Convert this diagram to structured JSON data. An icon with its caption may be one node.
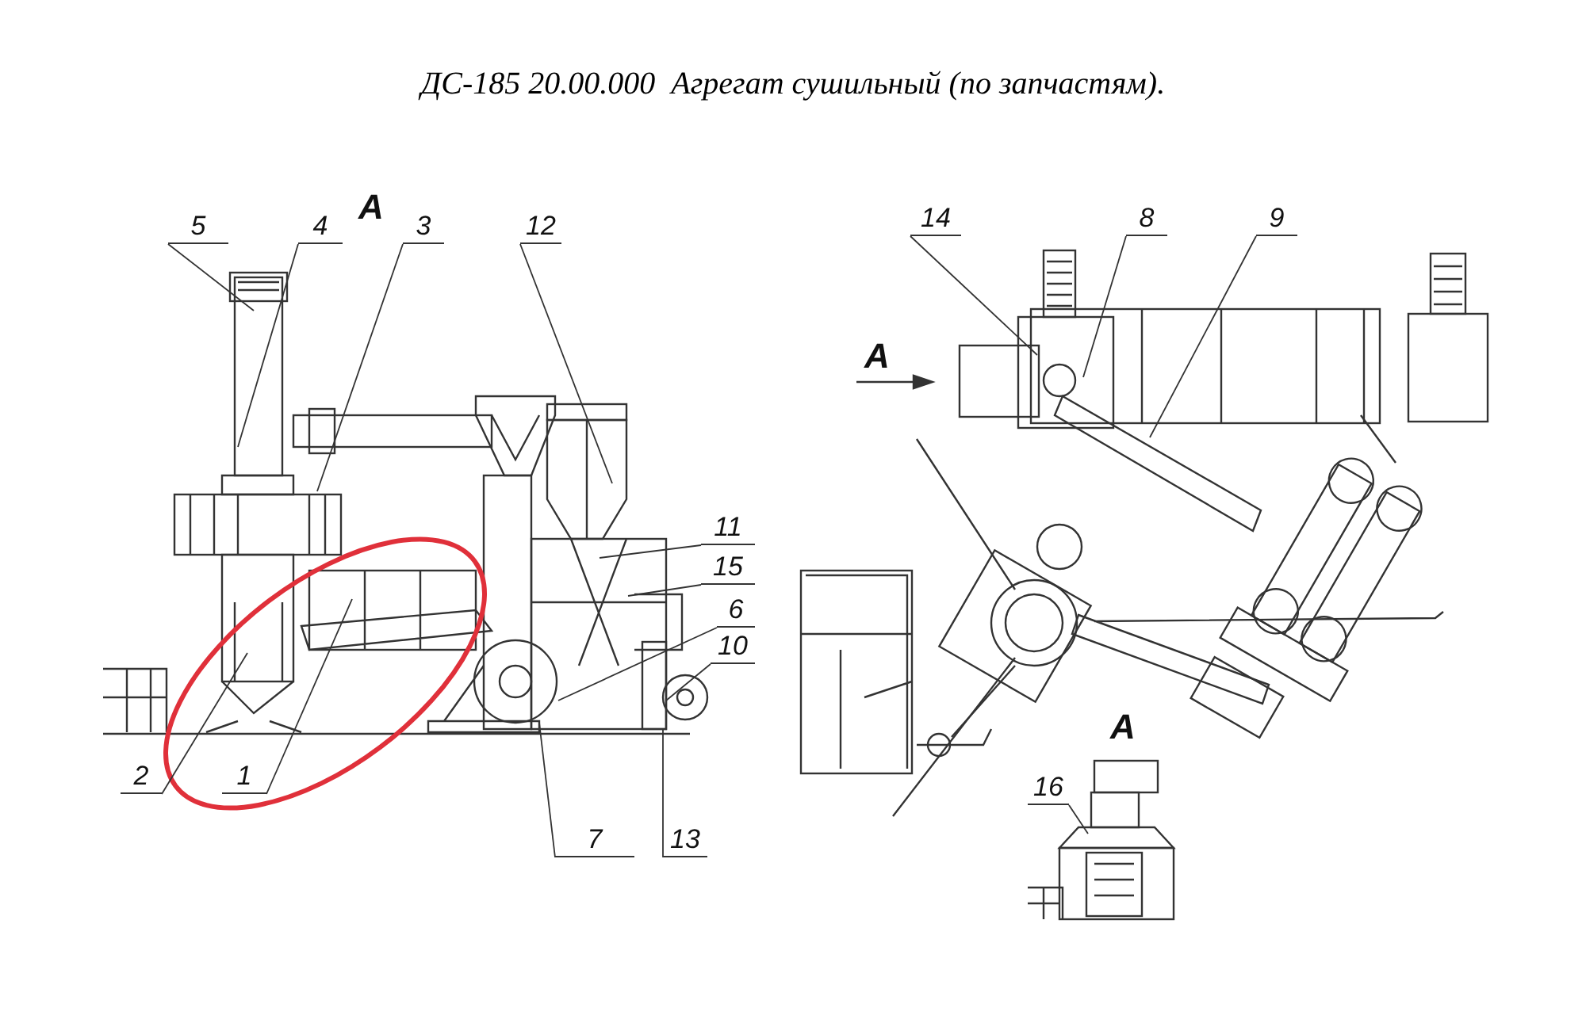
{
  "diagram": {
    "title": "ДС-185 20.00.000  Агрегат сушильный (по запчастям).",
    "nodes": [
      {
        "text": [
          "5"
        ]
      },
      {
        "text": [
          "4"
        ]
      },
      {
        "text": [
          "3"
        ]
      },
      {
        "text": [
          "12"
        ]
      },
      {
        "text": [
          "14"
        ]
      },
      {
        "text": [
          "8"
        ]
      },
      {
        "text": [
          "9"
        ]
      },
      {
        "text": [
          "11"
        ]
      },
      {
        "text": [
          "15"
        ]
      },
      {
        "text": [
          "6"
        ]
      },
      {
        "text": [
          "10"
        ]
      },
      {
        "text": [
          "2"
        ]
      },
      {
        "text": [
          "1"
        ]
      },
      {
        "text": [
          "16"
        ]
      },
      {
        "text": [
          "7"
        ]
      },
      {
        "text": [
          "13"
        ]
      }
    ],
    "edges": [
      {
        "from": 0,
        "to": null,
        "arrow": "none"
      },
      {
        "from": 1,
        "to": null,
        "arrow": "none"
      },
      {
        "from": 2,
        "to": null,
        "arrow": "none"
      },
      {
        "from": 3,
        "to": null,
        "arrow": "none"
      },
      {
        "from": 4,
        "to": null,
        "arrow": "none"
      },
      {
        "from": 5,
        "to": null,
        "arrow": "none"
      },
      {
        "from": 6,
        "to": null,
        "arrow": "none"
      },
      {
        "from": 7,
        "to": null,
        "arrow": "none"
      },
      {
        "from": 8,
        "to": null,
        "arrow": "none"
      },
      {
        "from": 9,
        "to": null,
        "arrow": "none"
      },
      {
        "from": 10,
        "to": null,
        "arrow": "none"
      },
      {
        "from": 11,
        "to": null,
        "arrow": "none"
      },
      {
        "from": 12,
        "to": null,
        "arrow": "none"
      },
      {
        "from": 13,
        "to": null,
        "arrow": "none"
      },
      {
        "from": 14,
        "to": null,
        "arrow": "none"
      },
      {
        "from": 15,
        "to": null,
        "arrow": "none"
      }
    ],
    "labels": [
      "А",
      "А",
      "А"
    ]
  }
}
